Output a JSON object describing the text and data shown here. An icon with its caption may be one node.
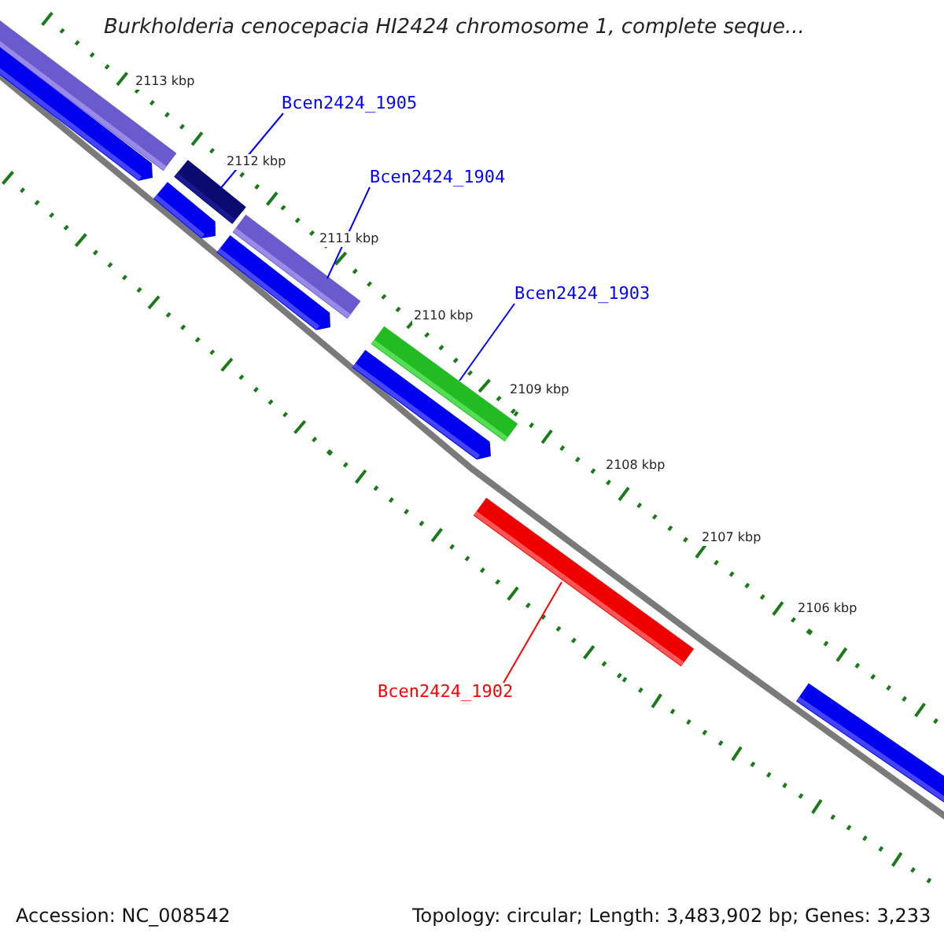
{
  "diagram": {
    "title": "Burkholderia cenocepacia HI2424 chromosome 1, complete seque...",
    "nodes": [
      {
        "text": [
          "Bcen2424_1905"
        ]
      },
      {
        "text": [],
        "shape": "bar"
      },
      {
        "text": [
          "Bcen2424_1904"
        ]
      },
      {
        "text": [],
        "shape": "bar"
      },
      {
        "text": [
          "Bcen2424_1903"
        ]
      },
      {
        "text": [],
        "shape": "bar"
      },
      {
        "text": [
          "Bcen2424_1902"
        ]
      },
      {
        "text": [],
        "shape": "bar"
      }
    ],
    "edges": [
      {
        "from": 0,
        "to": 1,
        "arrow": "none"
      },
      {
        "from": 2,
        "to": 3,
        "arrow": "none"
      },
      {
        "from": 4,
        "to": 5,
        "arrow": "none"
      },
      {
        "from": 6,
        "to": 7,
        "arrow": "none",
        "color": "#ff0000"
      }
    ],
    "labels": [
      "2113 kbp",
      "2112 kbp",
      "2111 kbp",
      "2110 kbp",
      "2109 kbp",
      "2108 kbp",
      "2107 kbp",
      "2106 kbp",
      "Accession: NC_008542",
      "Topology: circular; Length: 3,483,902 bp; Genes: 3,233"
    ]
  }
}
